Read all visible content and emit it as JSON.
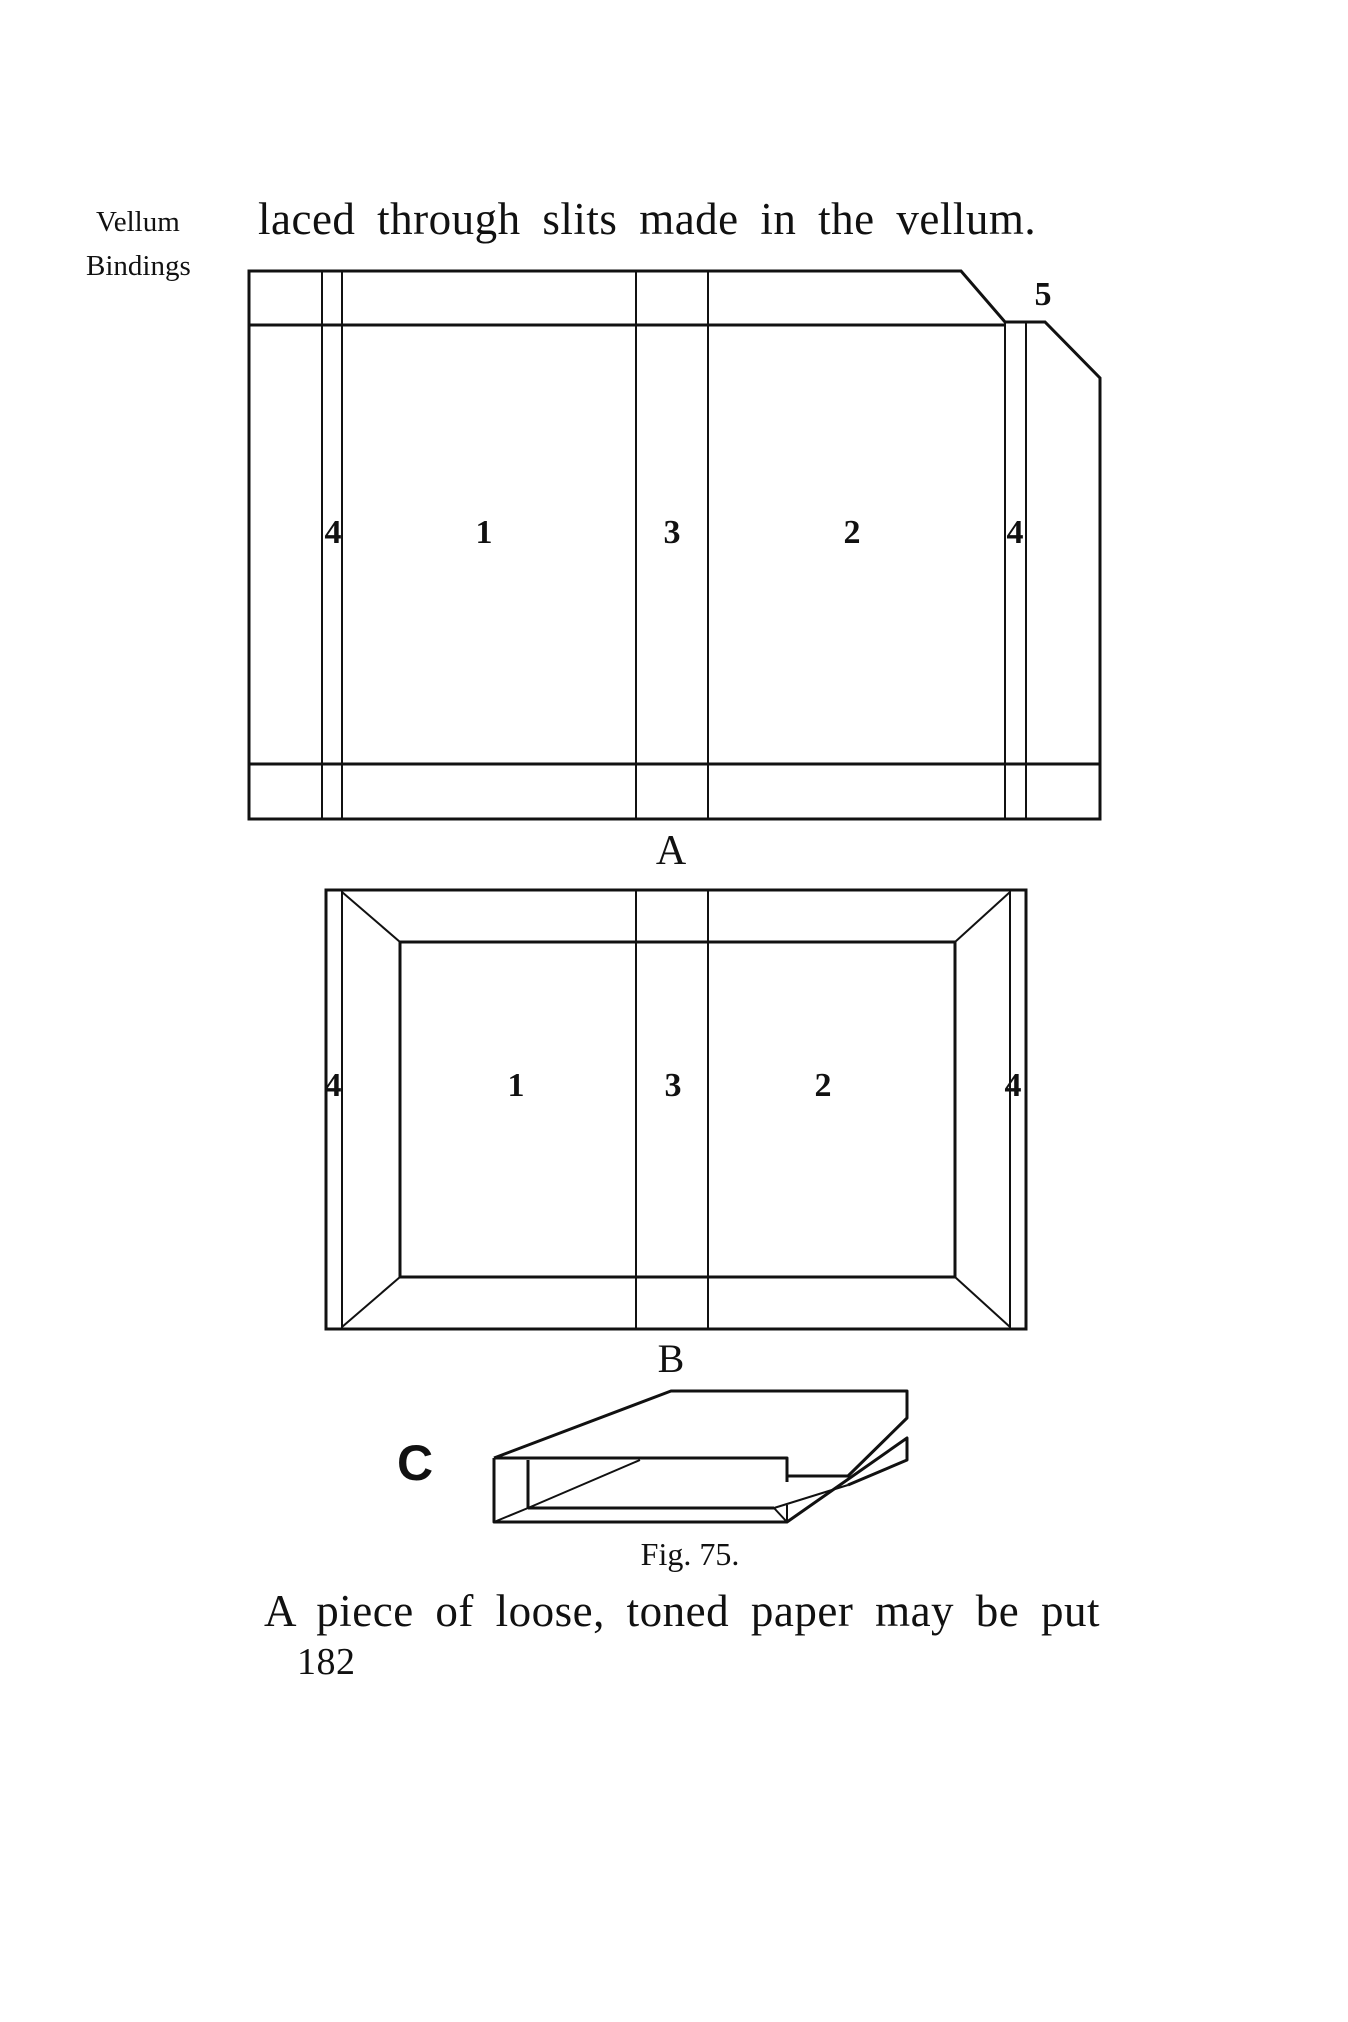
{
  "margin_note": {
    "line1": "Vellum",
    "line2": "Bindings"
  },
  "text": {
    "top_line": "laced through slits made in the vellum.",
    "bottom_line": "A piece of loose, toned paper may be put",
    "page_number": "182"
  },
  "figure": {
    "caption": "Fig. 75.",
    "diagram_a": {
      "label": "A",
      "parts": [
        "4",
        "1",
        "3",
        "2",
        "4",
        "5"
      ]
    },
    "diagram_b": {
      "label": "B",
      "parts": [
        "4",
        "1",
        "3",
        "2",
        "4"
      ]
    },
    "diagram_c": {
      "label": "C"
    }
  }
}
